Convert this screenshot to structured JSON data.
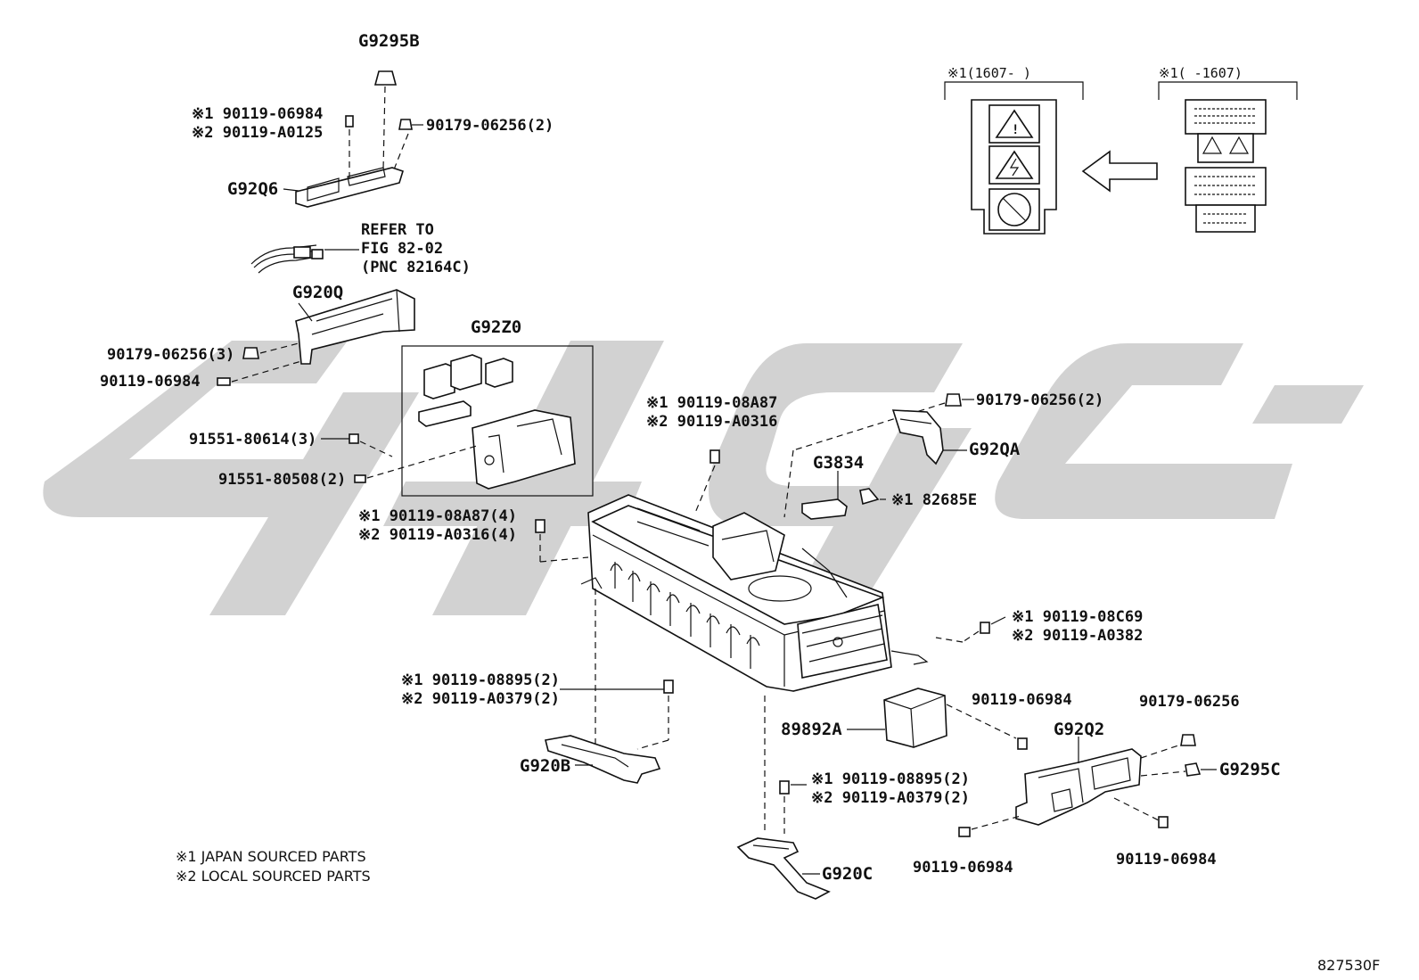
{
  "diagram": {
    "watermark_color": "#d2d2d2",
    "line_color": "#111111",
    "figure_code": "827530F",
    "notes": {
      "note1": "※1 JAPAN SOURCED PARTS",
      "note2": "※2 LOCAL SOURCED PARTS"
    },
    "labels": {
      "g9295b": "G9295B",
      "top_bolt_1": "※1 90119-06984",
      "top_bolt_2": "※2 90119-A0125",
      "top_nut": "90179-06256(2)",
      "g92q6": "G92Q6",
      "refer_1": "REFER TO",
      "refer_2": "FIG 82-02",
      "refer_3": "(PNC 82164C)",
      "g920q": "G920Q",
      "left_nut": "90179-06256(3)",
      "left_bolt": "90119-06984",
      "g92z0": "G92Z0",
      "clip_a": "91551-80614(3)",
      "clip_b": "91551-80508(2)",
      "mid_bolt_1": "※1 90119-08A87",
      "mid_bolt_2": "※2 90119-A0316",
      "g3834": "G3834",
      "p82685e": "※1 82685E",
      "right_nut": "90179-06256(2)",
      "g92qa": "G92QA",
      "front_bolt_1": "※1 90119-08A87(4)",
      "front_bolt_2": "※2 90119-A0316(4)",
      "rr_bolt_1": "※1 90119-08C69",
      "rr_bolt_2": "※2 90119-A0382",
      "lower_bolt_1": "※1 90119-08895(2)",
      "lower_bolt_2": "※2 90119-A0379(2)",
      "g920b": "G920B",
      "p89892a": "89892A",
      "ecu_bolt": "90119-06984",
      "g92q2": "G92Q2",
      "br_nut": "90179-06256",
      "g9295c": "G9295C",
      "bot_bolt_1": "※1 90119-08895(2)",
      "bot_bolt_2": "※2 90119-A0379(2)",
      "g920c": "G920C",
      "bl_bolt": "90119-06984",
      "bm_bolt": "90119-06984",
      "label_new": "※1(1607-    )",
      "label_old": "※1(     -1607)"
    }
  }
}
